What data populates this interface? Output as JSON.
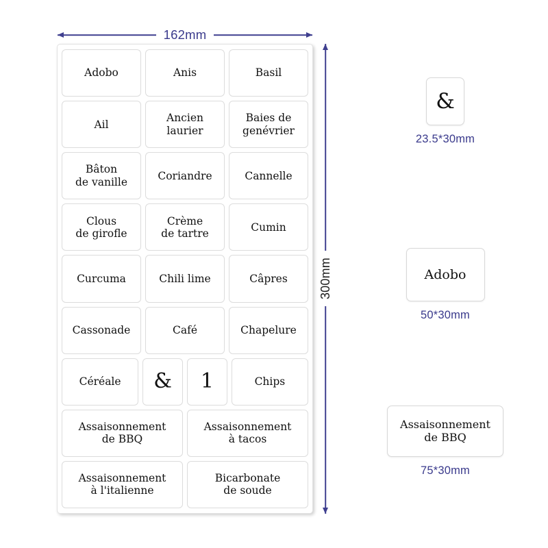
{
  "sheet": {
    "width_label": "162mm",
    "height_label": "300mm",
    "rows": [
      {
        "tiles": [
          {
            "size": "std",
            "lines": [
              "Adobo"
            ]
          },
          {
            "size": "std",
            "lines": [
              "Anis"
            ]
          },
          {
            "size": "std",
            "lines": [
              "Basil"
            ]
          }
        ]
      },
      {
        "tiles": [
          {
            "size": "std",
            "lines": [
              "Ail"
            ]
          },
          {
            "size": "std",
            "lines": [
              "Ancien",
              "laurier"
            ]
          },
          {
            "size": "std",
            "lines": [
              "Baies de",
              "genévrier"
            ]
          }
        ]
      },
      {
        "tiles": [
          {
            "size": "std",
            "lines": [
              "Bâton",
              "de vanille"
            ]
          },
          {
            "size": "std",
            "lines": [
              "Coriandre"
            ]
          },
          {
            "size": "std",
            "lines": [
              "Cannelle"
            ]
          }
        ]
      },
      {
        "tiles": [
          {
            "size": "std",
            "lines": [
              "Clous",
              "de girofle"
            ]
          },
          {
            "size": "std",
            "lines": [
              "Crème",
              "de tartre"
            ]
          },
          {
            "size": "std",
            "lines": [
              "Cumin"
            ]
          }
        ]
      },
      {
        "tiles": [
          {
            "size": "std",
            "lines": [
              "Curcuma"
            ]
          },
          {
            "size": "std",
            "lines": [
              "Chili lime"
            ]
          },
          {
            "size": "std",
            "lines": [
              "Câpres"
            ]
          }
        ]
      },
      {
        "tiles": [
          {
            "size": "std",
            "lines": [
              "Cassonade"
            ]
          },
          {
            "size": "std",
            "lines": [
              "Café"
            ]
          },
          {
            "size": "std",
            "lines": [
              "Chapelure"
            ]
          }
        ]
      },
      {
        "tiles": [
          {
            "size": "std",
            "lines": [
              "Céréale"
            ]
          },
          {
            "size": "narrow",
            "glyph": true,
            "lines": [
              "&"
            ]
          },
          {
            "size": "narrow",
            "glyph": true,
            "lines": [
              "1"
            ]
          },
          {
            "size": "std",
            "lines": [
              "Chips"
            ]
          }
        ]
      },
      {
        "tiles": [
          {
            "size": "wide",
            "lines": [
              "Assaisonnement",
              "de BBQ"
            ]
          },
          {
            "size": "wide",
            "lines": [
              "Assaisonnement",
              "à tacos"
            ]
          }
        ]
      },
      {
        "tiles": [
          {
            "size": "wide",
            "lines": [
              "Assaisonnement",
              "à l'italienne"
            ]
          },
          {
            "size": "wide",
            "lines": [
              "Bicarbonate",
              "de soude"
            ]
          }
        ]
      }
    ]
  },
  "samples": [
    {
      "id": "amp",
      "lines": [
        "&"
      ],
      "caption": "23.5*30mm"
    },
    {
      "id": "adobo",
      "lines": [
        "Adobo"
      ],
      "caption": "50*30mm"
    },
    {
      "id": "bbq",
      "lines": [
        "Assaisonnement",
        "de BBQ"
      ],
      "caption": "75*30mm"
    }
  ],
  "colors": {
    "dimension_blue": "#3a3a8c",
    "label_text": "#111111",
    "tile_border": "#dcdcdc"
  }
}
